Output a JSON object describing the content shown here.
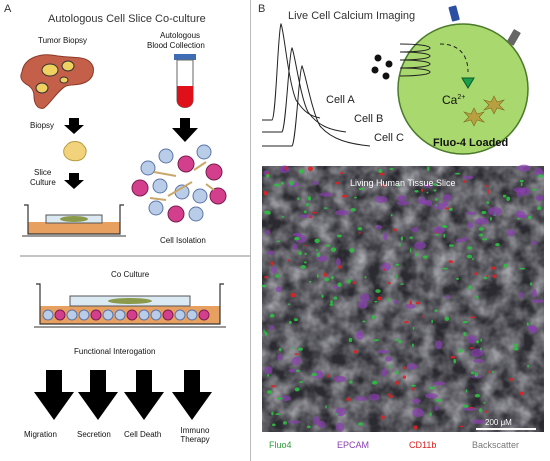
{
  "panel_a": {
    "letter": "A",
    "title": "Autologous Cell Slice Co-culture",
    "tumor_biopsy": "Tumor Biopsy",
    "blood_collection_line1": "Autologous",
    "blood_collection_line2": "Blood Collection",
    "biopsy": "Biopsy",
    "slice_culture_line1": "Slice",
    "slice_culture_line2": "Culture",
    "cell_isolation": "Cell Isolation",
    "co_culture": "Co Culture",
    "functional": "Functional Interogation",
    "outcomes": [
      "Migration",
      "Secretion",
      "Cell Death",
      "Immuno Therapy"
    ]
  },
  "panel_b": {
    "letter": "B",
    "title": "Live Cell Calcium Imaging",
    "cells": [
      "Cell A",
      "Cell B",
      "Cell C"
    ],
    "ca_label": "Ca",
    "ca_sup": "2+",
    "fluo_loaded": "Fluo-4 Loaded",
    "micro_title": "Living Human Tissue Slice",
    "scale_bar": "200 μM",
    "legend": [
      {
        "label": "Fluo4",
        "color": "#2e9e3a"
      },
      {
        "label": "EPCAM",
        "color": "#8a3fb0"
      },
      {
        "label": "CD11b",
        "color": "#e02020"
      },
      {
        "label": "Backscatter",
        "color": "#777777"
      }
    ]
  },
  "colors": {
    "cell_green": "#a9d86e",
    "arrow": "#000000",
    "blood_red": "#e0101a",
    "tube_cap": "#3d6eb5",
    "dish_orange": "#e08a3a"
  }
}
